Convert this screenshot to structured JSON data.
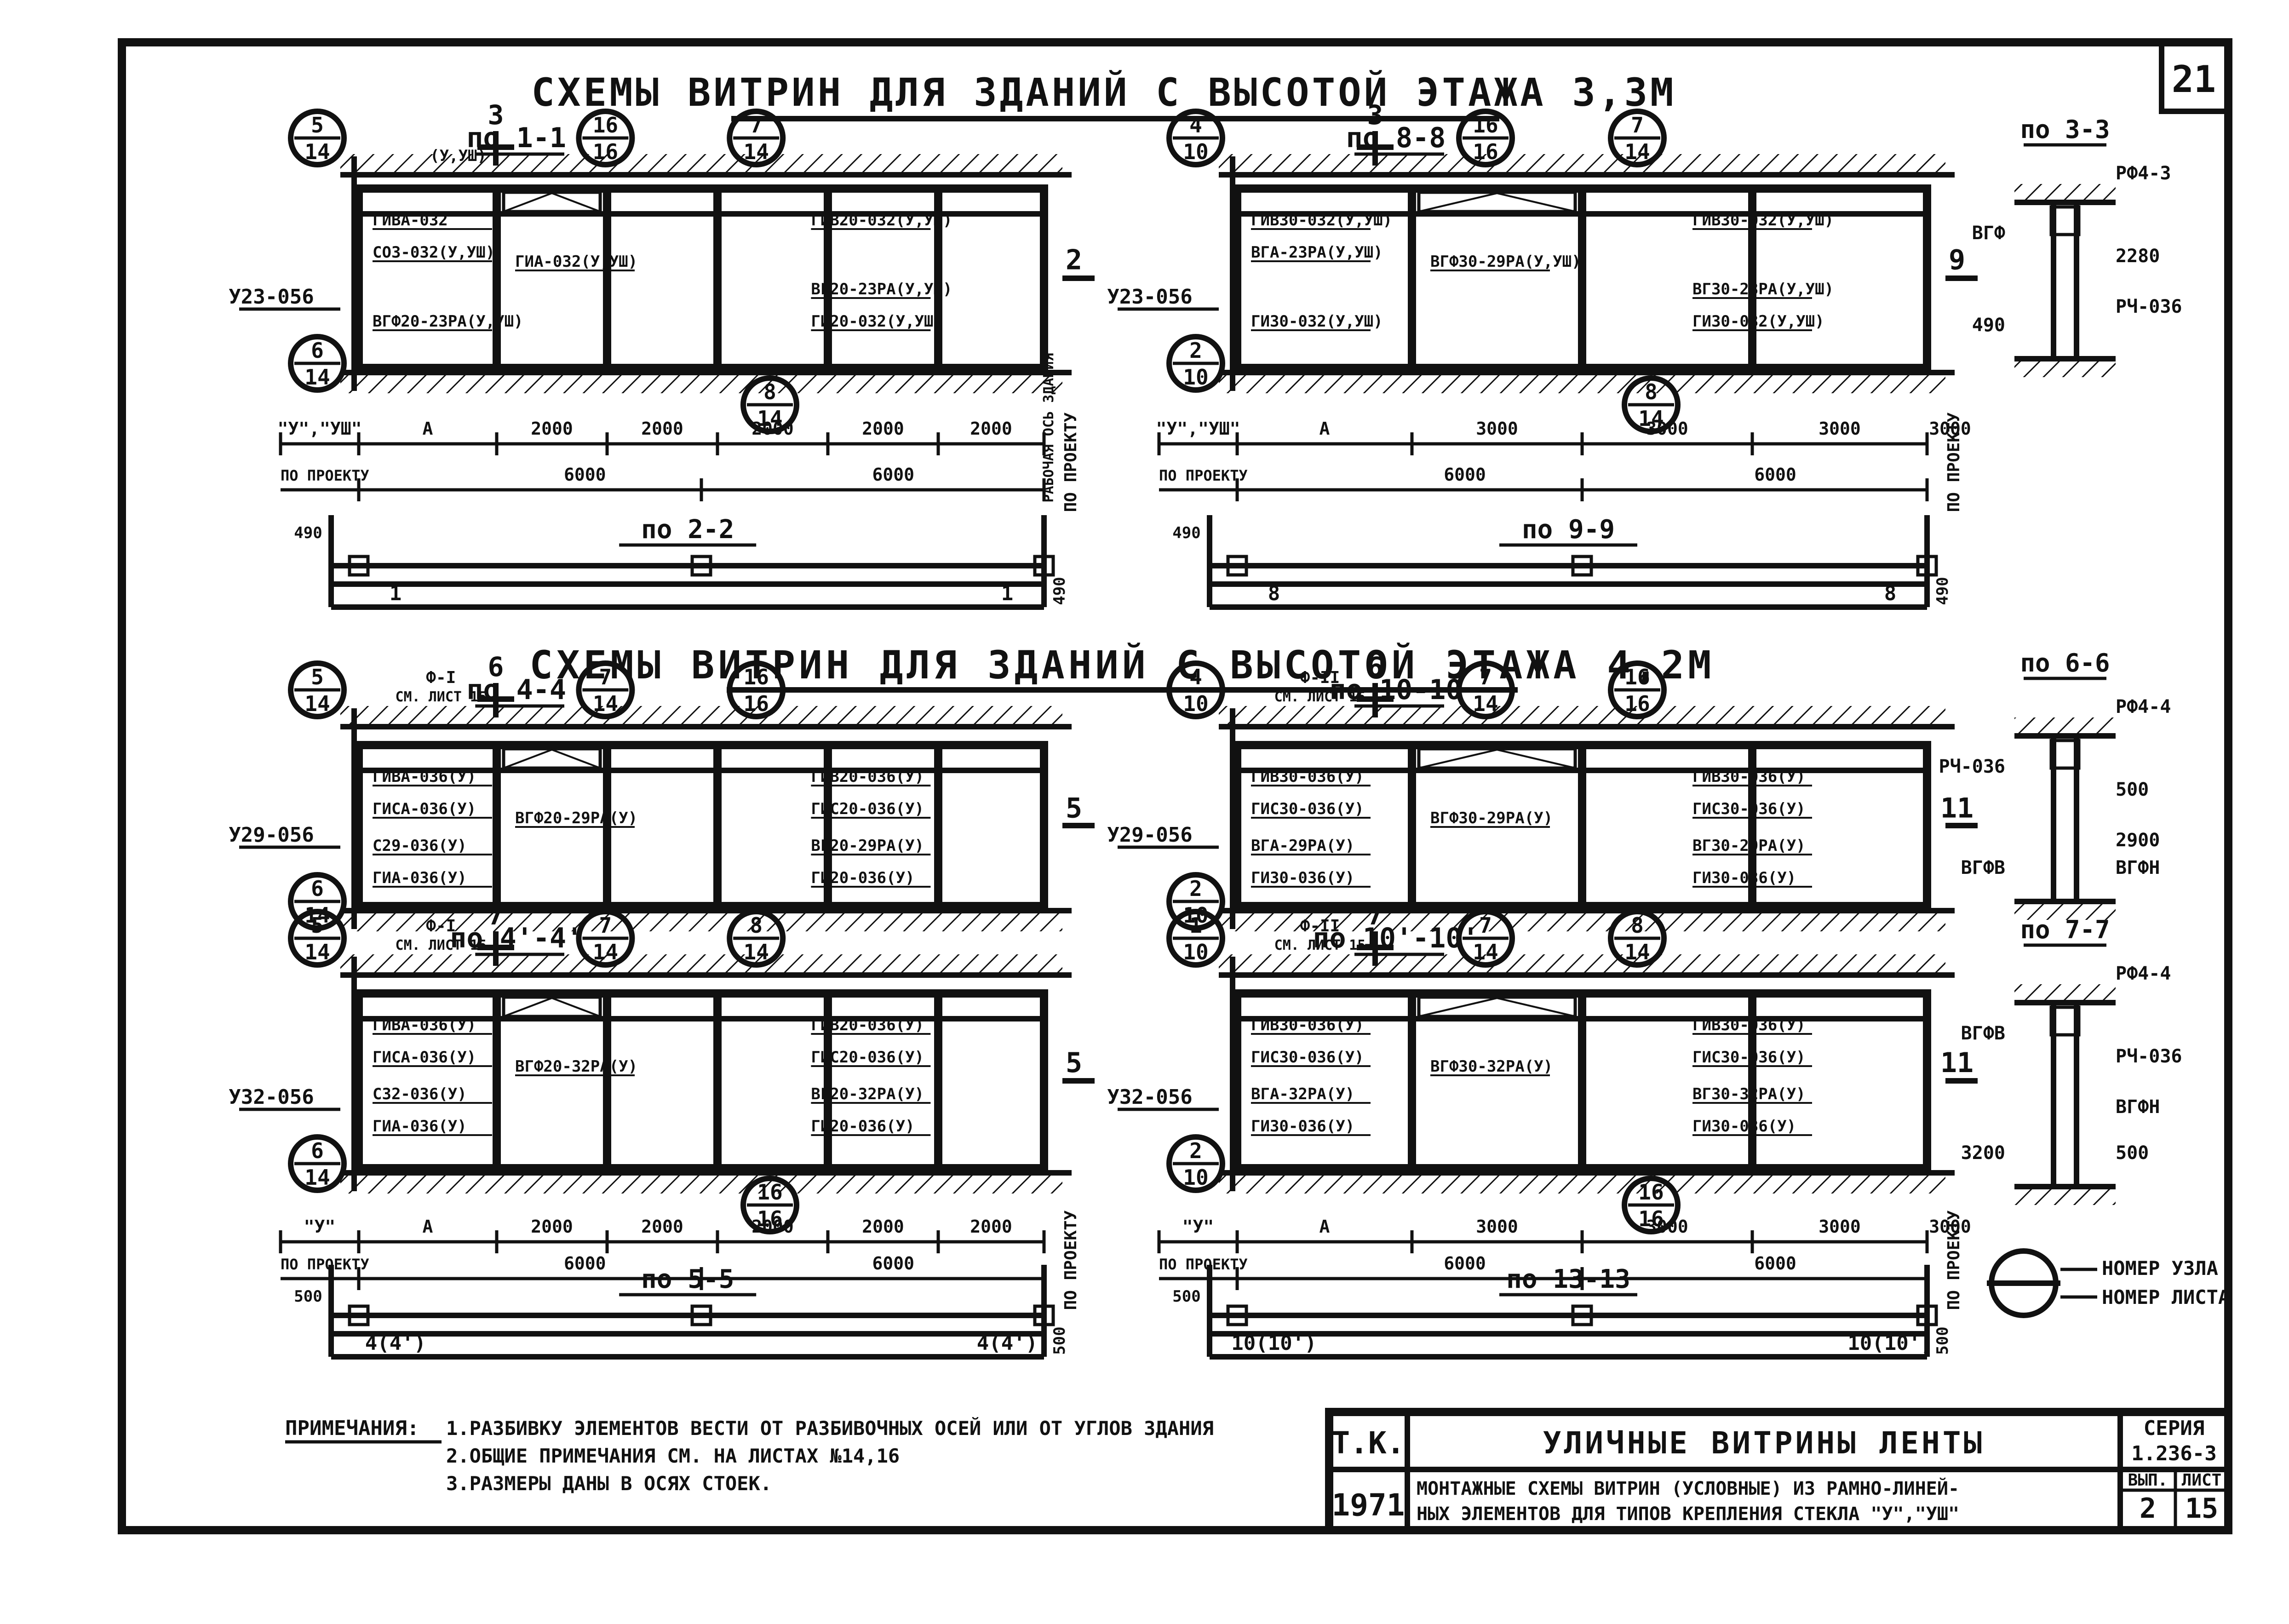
{
  "sheet_number": "21",
  "title_top": "СХЕМЫ ВИТРИН ДЛЯ ЗДАНИЙ С ВЫСОТОЙ ЭТАЖА 3,3М",
  "title_mid": "СХЕМЫ ВИТРИН ДЛЯ ЗДАНИЙ С ВЫСОТОЙ ЭТАЖА 4,2М",
  "panels": [
    {
      "id": "p1",
      "view": "по 1-1",
      "section_below": "по 2-2",
      "post": "У23-056",
      "callouts": [
        "5/14",
        "6/14",
        "16/16",
        "7/14",
        "8/14"
      ],
      "cut": "3",
      "cut_note": "(У,УШ)",
      "section_mark": "2",
      "elements": [
        "ГИВА-032",
        "СОЗ-032(У,УШ)",
        "ВГФ20-23РА(У,УШ)",
        "ГИА-032(У,УШ)",
        "ГИВ20-032(У,УШ)",
        "ВГ20-23РА(У,УШ)",
        "ГИ20-032(У,УШ)"
      ],
      "dims_top": [
        "\"У\",\"УШ\"",
        "А",
        "2000",
        "2000",
        "2000",
        "2000",
        "2000"
      ],
      "dims_bottom": [
        "ПО ПРОЕКТУ",
        "6000",
        "6000"
      ],
      "axis_label": "РАБОЧАЯ ОСЬ ЗДАНИЯ",
      "proj_label": "ПО ПРОЕКТУ",
      "dim_490": "490",
      "beam_mark": "1"
    },
    {
      "id": "p2",
      "view": "по 8-8",
      "section_below": "по 9-9",
      "post": "У23-056",
      "callouts": [
        "4/10",
        "2/10",
        "16/16",
        "7/14",
        "8/14"
      ],
      "cut": "3",
      "section_mark": "9",
      "elements": [
        "ГИВ30-032(У,УШ)",
        "ВГА-23РА(У,УШ)",
        "ГИ30-032(У,УШ)",
        "ВГФ30-29РА(У,УШ)",
        "ГИВ30-032(У,УШ)",
        "ВГ30-23РА(У,УШ)",
        "ГИ30-032(У,УШ)"
      ],
      "dims_top": [
        "\"У\",\"УШ\"",
        "А",
        "3000",
        "3000",
        "3000",
        "3000"
      ],
      "dims_bottom": [
        "ПО ПРОЕКТУ",
        "6000",
        "6000"
      ],
      "proj_label": "ПО ПРОЕКТУ",
      "dim_490": "490",
      "beam_mark": "8"
    },
    {
      "id": "p3",
      "view": "по 4-4",
      "post": "У29-056",
      "callouts": [
        "5/14",
        "6/14",
        "7/14",
        "16/16"
      ],
      "cut": "6",
      "section_mark": "5",
      "fnote": "Ф-I",
      "sheet_note": "СМ. ЛИСТ 15",
      "elements": [
        "ГИВА-036(У)",
        "ГИСА-036(У)",
        "С29-036(У)",
        "ГИА-036(У)",
        "ВГФ20-29РА(У)",
        "ГИВ20-036(У)",
        "ГИС20-036(У)",
        "ВГ20-29РА(У)",
        "ГИ20-036(У)"
      ]
    },
    {
      "id": "p4",
      "view": "по 10-10",
      "post": "У29-056",
      "callouts": [
        "4/10",
        "2/10",
        "7/14",
        "16/16"
      ],
      "cut": "6",
      "section_mark": "11",
      "fnote": "Ф-II",
      "sheet_note": "СМ. ЛИСТ 15",
      "elements": [
        "ГИВ30-036(У)",
        "ГИС30-036(У)",
        "ВГА-29РА(У)",
        "ГИ30-036(У)",
        "ВГФ30-29РА(У)",
        "ГИВ30-036(У)",
        "ГИС30-036(У)",
        "ВГ30-29РА(У)",
        "ГИ30-036(У)"
      ]
    },
    {
      "id": "p5",
      "view": "по 4'-4'",
      "section_below": "по 5-5",
      "post": "У32-056",
      "callouts": [
        "5/14",
        "6/14",
        "7/14",
        "8/14",
        "16/16"
      ],
      "cut": "7",
      "section_mark": "5",
      "fnote": "Ф-I",
      "sheet_note": "СМ. ЛИСТ 15",
      "elements": [
        "ГИВА-036(У)",
        "ГИСА-036(У)",
        "С32-036(У)",
        "ГИА-036(У)",
        "ВГФ20-32РА(У)",
        "ГИВ20-036(У)",
        "ГИС20-036(У)",
        "ВГ20-32РА(У)",
        "ГИ20-036(У)"
      ],
      "dims_top": [
        "\"У\"",
        "А",
        "2000",
        "2000",
        "2000",
        "2000",
        "2000"
      ],
      "dims_bottom": [
        "ПО ПРОЕКТУ",
        "6000",
        "6000"
      ],
      "proj_label": "ПО ПРОЕКТУ",
      "dim_500": "500",
      "beam_mark": "4(4')"
    },
    {
      "id": "p6",
      "view": "по 10'-10'",
      "section_below": "по 13-13",
      "post": "У32-056",
      "callouts": [
        "1/10",
        "2/10",
        "7/14",
        "8/14",
        "16/16"
      ],
      "cut": "7",
      "section_mark": "11",
      "fnote": "Ф-II",
      "sheet_note": "СМ. ЛИСТ 15",
      "elements": [
        "ГИВ30-036(У)",
        "ГИС30-036(У)",
        "ВГА-32РА(У)",
        "ГИ30-036(У)",
        "ВГФ30-32РА(У)",
        "ГИВ30-036(У)",
        "ГИС30-036(У)",
        "ВГ30-32РА(У)",
        "ГИ30-036(У)"
      ],
      "dims_top": [
        "\"У\"",
        "А",
        "3000",
        "3000",
        "3000",
        "3000"
      ],
      "dims_bottom": [
        "ПО ПРОЕКТУ",
        "6000",
        "6000"
      ],
      "proj_label": "ПО ПРОЕКТУ",
      "dim_500": "500",
      "beam_mark": "10(10')"
    }
  ],
  "side_sections": [
    {
      "title": "по 3-3",
      "labels": [
        "РФ4-3",
        "ВГФ",
        "2280",
        "РЧ-036",
        "490"
      ]
    },
    {
      "title": "по 6-6",
      "labels": [
        "РФ4-4",
        "РЧ-036",
        "500",
        "2900",
        "ВГФВ",
        "ВГФН"
      ]
    },
    {
      "title": "по 7-7",
      "labels": [
        "РФ4-4",
        "ВГФВ",
        "РЧ-036",
        "ВГФН",
        "3200",
        "500"
      ]
    }
  ],
  "legend": {
    "top": "НОМЕР УЗЛА",
    "bottom": "НОМЕР ЛИСТА"
  },
  "notes": {
    "heading": "ПРИМЕЧАНИЯ:",
    "lines": [
      "1.РАЗБИВКУ ЭЛЕМЕНТОВ ВЕСТИ ОТ РАЗБИВОЧНЫХ ОСЕЙ ИЛИ ОТ УГЛОВ ЗДАНИЯ",
      "2.ОБЩИЕ ПРИМЕЧАНИЯ СМ. НА ЛИСТАХ №14,16",
      "3.РАЗМЕРЫ ДАНЫ В ОСЯХ СТОЕК."
    ]
  },
  "title_block": {
    "org": "Т.К.",
    "year": "1971",
    "name": "УЛИЧНЫЕ ВИТРИНЫ ЛЕНТЫ",
    "description_1": "МОНТАЖНЫЕ СХЕМЫ ВИТРИН (УСЛОВНЫЕ) ИЗ РАМНО-ЛИНЕЙ-",
    "description_2": "НЫХ ЭЛЕМЕНТОВ ДЛЯ ТИПОВ КРЕПЛЕНИЯ СТЕКЛА \"У\",\"УШ\"",
    "series_label": "СЕРИЯ",
    "series": "1.236-3",
    "issue_label": "ВЫП.",
    "issue": "2",
    "sheet_label": "ЛИСТ",
    "sheet": "15"
  }
}
